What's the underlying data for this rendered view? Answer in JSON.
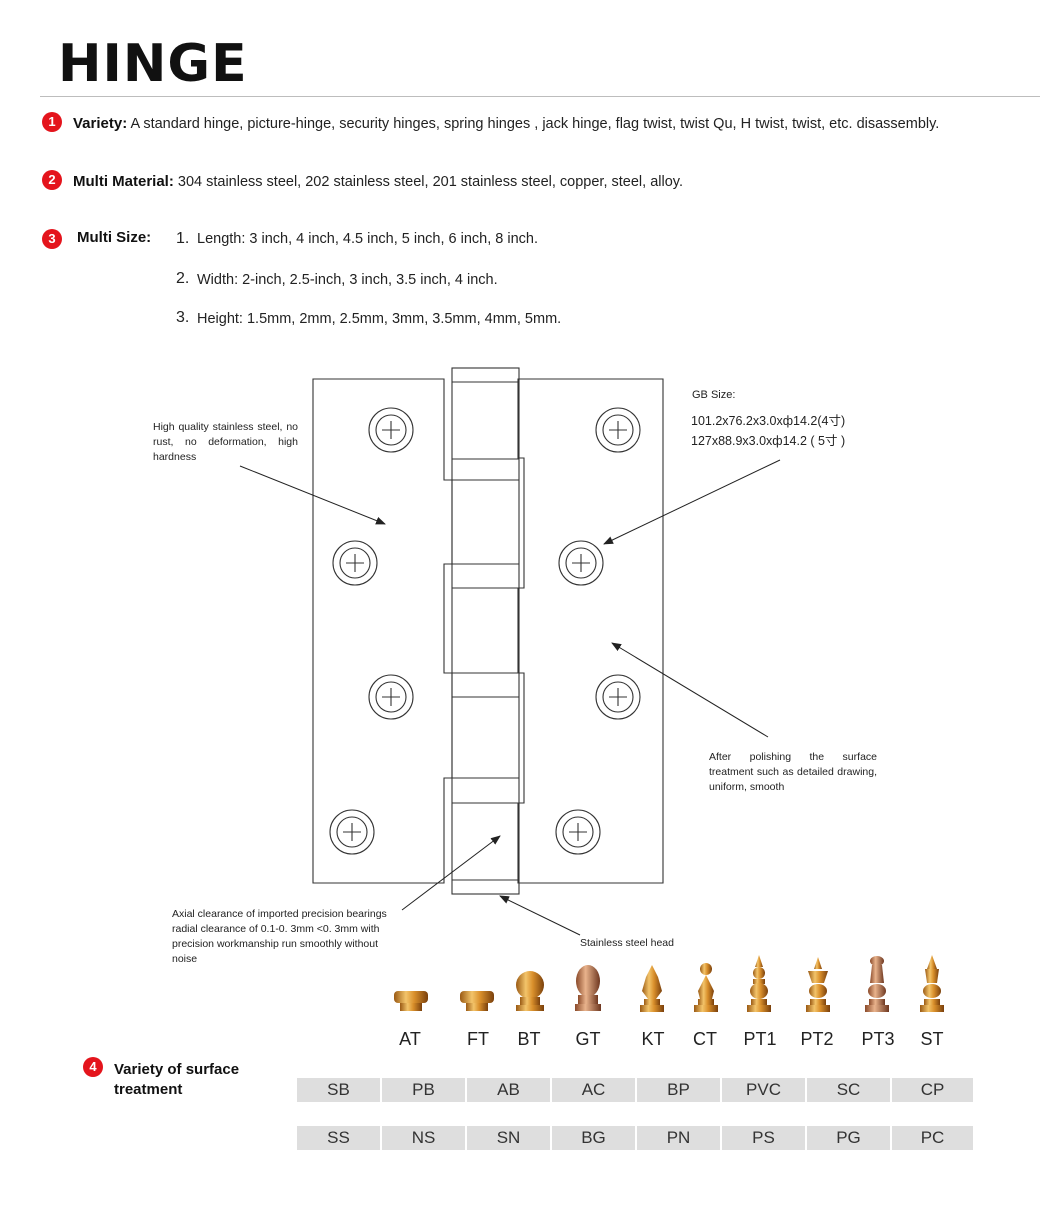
{
  "page": {
    "title": "HINGE",
    "colors": {
      "bullet": "#e4141c",
      "swatch_bg": "#dedede",
      "rule": "#bdbdbd"
    }
  },
  "features": [
    {
      "num": "1",
      "label": "Variety:",
      "text": "A standard hinge, picture-hinge, security hinges, spring hinges , jack hinge, flag twist, twist Qu, H twist, twist, etc. disassembly."
    },
    {
      "num": "2",
      "label": "Multi Material:",
      "text": "304 stainless steel, 202 stainless steel, 201 stainless steel, copper, steel, alloy."
    },
    {
      "num": "3",
      "label": "Multi Size:"
    },
    {
      "num": "4",
      "label": "Variety of surface treatment"
    }
  ],
  "sizes": [
    {
      "num": "1.",
      "text": "Length: 3 inch, 4 inch, 4.5 inch, 5 inch, 6 inch, 8 inch."
    },
    {
      "num": "2.",
      "text": "Width: 2-inch, 2.5-inch, 3 inch, 3.5 inch, 4 inch."
    },
    {
      "num": "3.",
      "text": "Height: 1.5mm, 2mm, 2.5mm, 3mm, 3.5mm, 4mm, 5mm."
    }
  ],
  "diagram": {
    "gb_size_title": "GB Size:",
    "gb_size_line1": "101.2x76.2x3.0xф14.2(4寸)",
    "gb_size_line2": "127x88.9x3.0xф14.2 ( 5寸 )",
    "note_steel": "High quality stainless steel, no rust, no deformation, high hardness",
    "note_polish": "After polishing the surface treatment such as detailed drawing, uniform, smooth",
    "note_bearing": "Axial clearance of imported precision bearings radial clearance of 0.1-0. 3mm <0. 3mm with precision workmanship run smoothly without noise",
    "note_head": "Stainless steel head"
  },
  "tip_types": [
    "AT",
    "FT",
    "BT",
    "GT",
    "KT",
    "CT",
    "PT1",
    "PT2",
    "PT3",
    "ST"
  ],
  "surface_rows": [
    [
      "SB",
      "PB",
      "AB",
      "AC",
      "BP",
      "PVC",
      "SC",
      "CP"
    ],
    [
      "SS",
      "NS",
      "SN",
      "BG",
      "PN",
      "PS",
      "PG",
      "PC"
    ]
  ]
}
